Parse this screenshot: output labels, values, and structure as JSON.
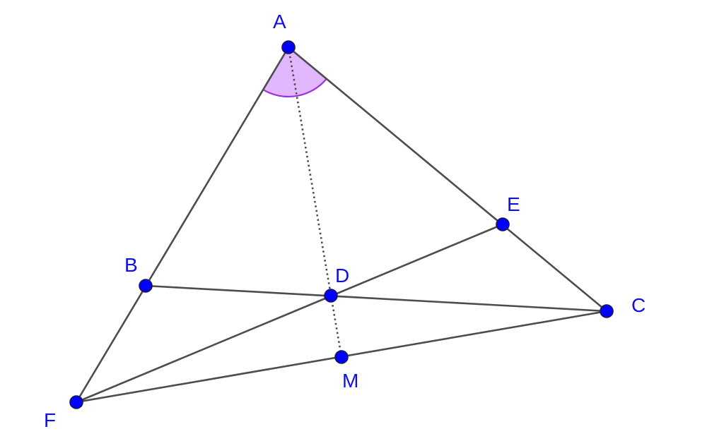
{
  "colors": {
    "point": "#0000ff",
    "label": "#1010e0",
    "angle_fill": "#c87dff",
    "angle_stroke": "#9b30e0"
  },
  "points": [
    {
      "name": "A",
      "label": "A"
    },
    {
      "name": "B",
      "label": "B"
    },
    {
      "name": "C",
      "label": "C"
    },
    {
      "name": "D",
      "label": "D"
    },
    {
      "name": "E",
      "label": "E"
    },
    {
      "name": "F",
      "label": "F"
    },
    {
      "name": "M",
      "label": "M"
    }
  ],
  "segments": [
    {
      "from": "A",
      "to": "F",
      "style": "solid"
    },
    {
      "from": "A",
      "to": "C",
      "style": "solid"
    },
    {
      "from": "F",
      "to": "C",
      "style": "solid"
    },
    {
      "from": "B",
      "to": "C",
      "style": "solid"
    },
    {
      "from": "F",
      "to": "E",
      "style": "solid"
    },
    {
      "from": "A",
      "to": "M",
      "style": "dotted"
    }
  ],
  "angle_marker": {
    "vertex": "A",
    "between": [
      "F",
      "C"
    ]
  }
}
